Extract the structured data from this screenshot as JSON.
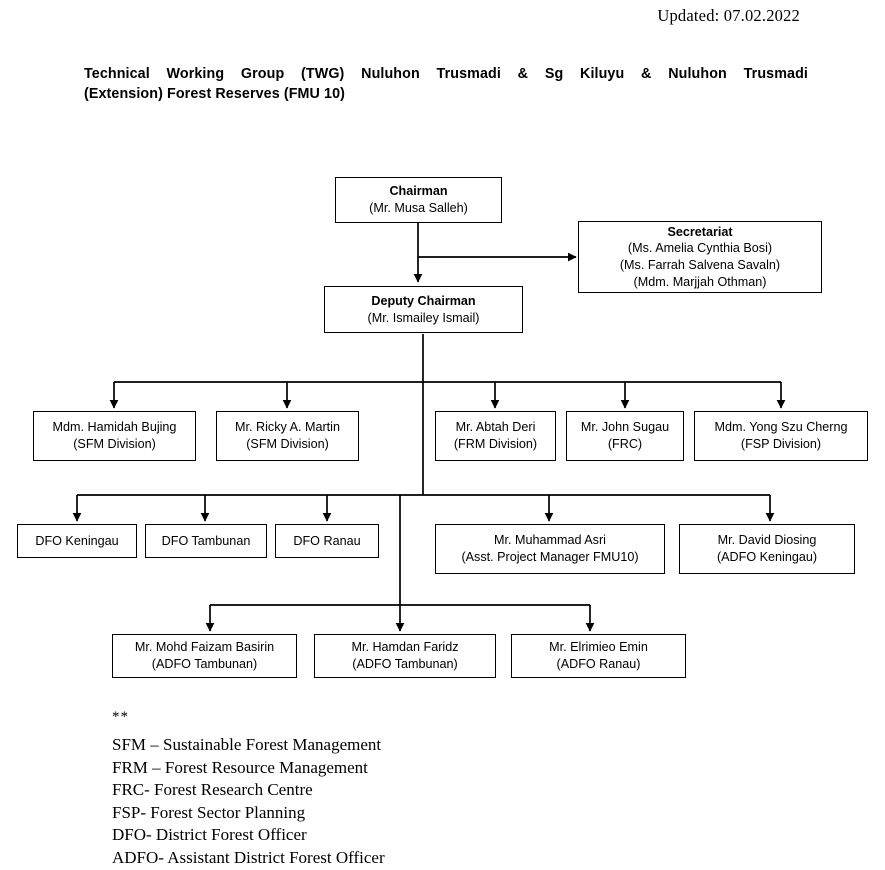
{
  "header": {
    "updated": "Updated: 07.02.2022",
    "title_line1": "Technical Working Group (TWG) Nuluhon Trusmadi & Sg Kiluyu & Nuluhon Trusmadi",
    "title_line2": "(Extension) Forest Reserves (FMU 10)"
  },
  "nodes": {
    "chairman": {
      "role": "Chairman",
      "person": "(Mr. Musa Salleh)"
    },
    "secretariat": {
      "role": "Secretariat",
      "person1": "(Ms. Amelia Cynthia Bosi)",
      "person2": "(Ms. Farrah Salvena Savaln)",
      "person3": "(Mdm. Marjjah Othman)"
    },
    "deputy_chairman": {
      "role": "Deputy Chairman",
      "person": "(Mr. Ismailey Ismail)"
    },
    "tier3": [
      {
        "person": "Mdm. Hamidah Bujing",
        "unit": "(SFM Division)"
      },
      {
        "person": "Mr. Ricky A. Martin",
        "unit": "(SFM Division)"
      },
      {
        "person": "Mr. Abtah Deri",
        "unit": "(FRM Division)"
      },
      {
        "person": "Mr. John Sugau",
        "unit": "(FRC)"
      },
      {
        "person": "Mdm. Yong Szu Cherng",
        "unit": "(FSP Division)"
      }
    ],
    "tier4": [
      {
        "person": "DFO Keningau",
        "unit": ""
      },
      {
        "person": "DFO Tambunan",
        "unit": ""
      },
      {
        "person": "DFO Ranau",
        "unit": ""
      },
      {
        "person": "Mr. Muhammad Asri",
        "unit": "(Asst. Project Manager FMU10)"
      },
      {
        "person": "Mr. David Diosing",
        "unit": "(ADFO Keningau)"
      }
    ],
    "tier5": [
      {
        "person": "Mr. Mohd Faizam Basirin",
        "unit": "(ADFO Tambunan)"
      },
      {
        "person": "Mr. Hamdan Faridz",
        "unit": "(ADFO Tambunan)"
      },
      {
        "person": "Mr. Elrimieo Emin",
        "unit": "(ADFO Ranau)"
      }
    ]
  },
  "legend": {
    "marker": "**",
    "entries": [
      "SFM – Sustainable Forest Management",
      "FRM – Forest Resource Management",
      "FRC- Forest Research Centre",
      "FSP- Forest Sector Planning",
      "DFO- District Forest Officer",
      "ADFO- Assistant District Forest Officer"
    ]
  },
  "colors": {
    "line": "#000000",
    "box_border": "#000000",
    "background": "#ffffff",
    "text": "#000000"
  }
}
